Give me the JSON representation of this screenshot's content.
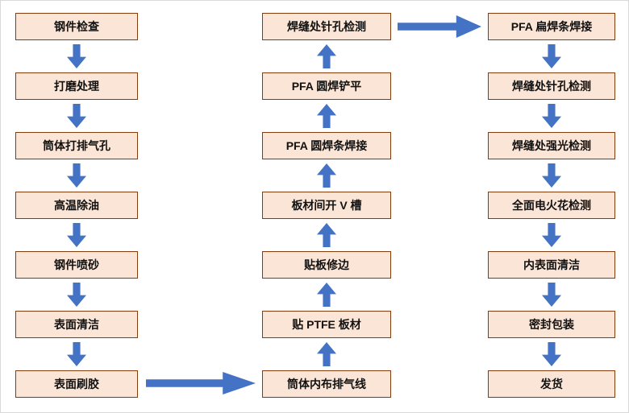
{
  "diagram_title": "PFA lining fabrication process flow",
  "colors": {
    "box_fill": "#FBE5D6",
    "box_border": "#843C0C",
    "arrow": "#4472C4",
    "canvas_bg": "#FFFFFF"
  },
  "columns": [
    {
      "name": "left-column",
      "flow_direction": "down",
      "items": [
        "钢件检查",
        "打磨处理",
        "筒体打排气孔",
        "高温除油",
        "钢件喷砂",
        "表面清洁",
        "表面刷胶"
      ]
    },
    {
      "name": "middle-column",
      "flow_direction": "up",
      "items": [
        "焊缝处针孔检测",
        "PFA 圆焊铲平",
        "PFA 圆焊条焊接",
        "板材间开 V 槽",
        "贴板修边",
        "贴 PTFE 板材",
        "筒体内布排气线"
      ]
    },
    {
      "name": "right-column",
      "flow_direction": "down",
      "items": [
        "PFA 扁焊条焊接",
        "焊缝处针孔检测",
        "焊缝处强光检测",
        "全面电火花检测",
        "内表面清洁",
        "密封包装",
        "发货"
      ]
    }
  ],
  "connectors": [
    {
      "from": "表面刷胶",
      "to": "筒体内布排气线",
      "direction": "right",
      "position": "bottom"
    },
    {
      "from": "焊缝处针孔检测",
      "to": "PFA 扁焊条焊接",
      "direction": "right",
      "position": "top"
    }
  ]
}
